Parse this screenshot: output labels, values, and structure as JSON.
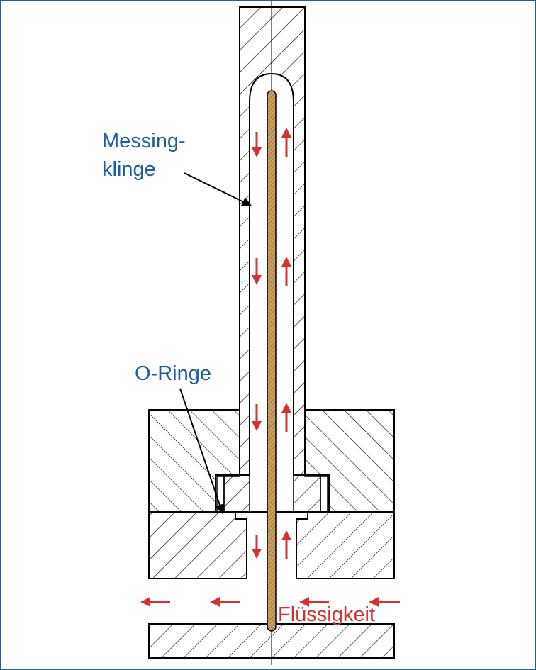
{
  "labels": {
    "messing_line1": "Messing-",
    "messing_line2": "klinge",
    "oringe": "O-Ringe",
    "fluessigkeit": "Flüssigkeit"
  },
  "colors": {
    "frame": "#1f5fa6",
    "label_blue": "#1a5fa3",
    "arrow_red": "#d8302c",
    "blade": "#c9a062",
    "outline": "#000000"
  }
}
